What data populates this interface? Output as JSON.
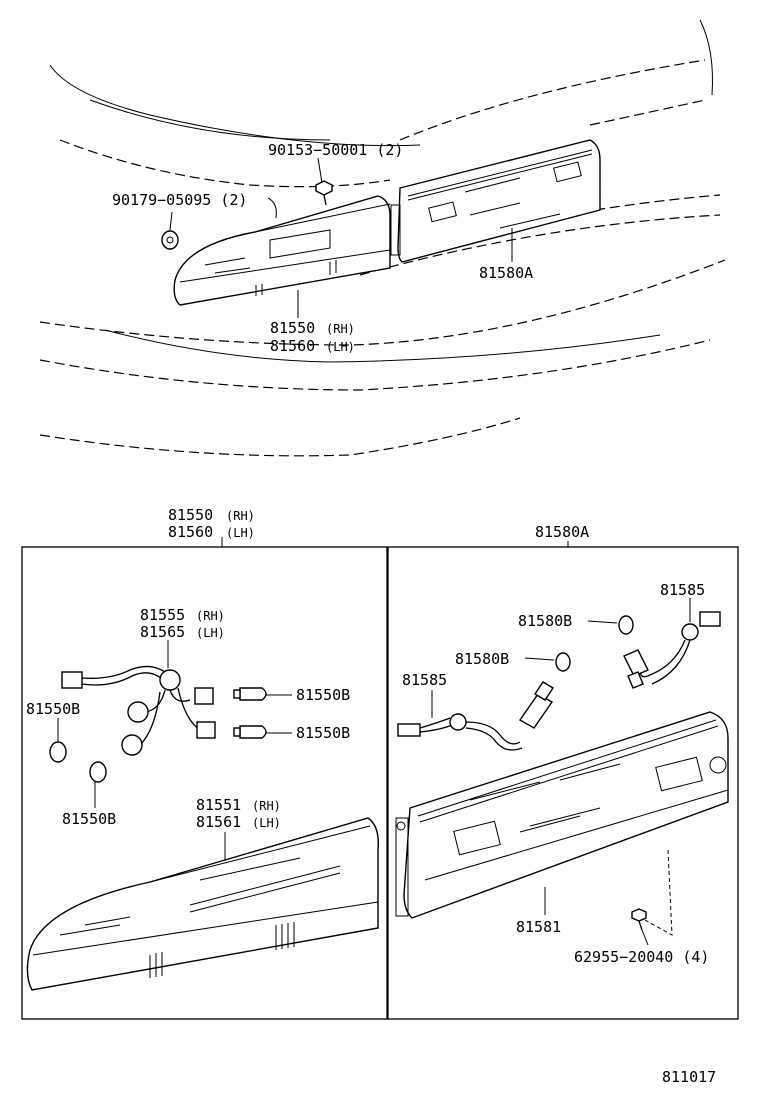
{
  "top": {
    "screw_label": "90153−50001 (2)",
    "nut_label": "90179−05095 (2)",
    "garnish_label": "81580A",
    "lamp_rh": "81550",
    "lamp_rh_side": "(RH)",
    "lamp_lh": "81560",
    "lamp_lh_side": "(LH)"
  },
  "left_box": {
    "header_rh": "81550",
    "header_rh_side": "(RH)",
    "header_lh": "81560",
    "header_lh_side": "(LH)",
    "socket_rh": "81555",
    "socket_rh_side": "(RH)",
    "socket_lh": "81565",
    "socket_lh_side": "(LH)",
    "bulb_a": "81550B",
    "bulb_b": "81550B",
    "bulb_c": "81550B",
    "bulb_d": "81550B",
    "lens_rh": "81551",
    "lens_rh_side": "(RH)",
    "lens_lh": "81561",
    "lens_lh_side": "(LH)"
  },
  "right_box": {
    "header": "81580A",
    "socket_right": "81585",
    "bulb_top": "81580B",
    "bulb_mid": "81580B",
    "socket_left": "81585",
    "lens": "81581",
    "screw": "62955−20040 (4)"
  },
  "footer": {
    "diagram_no": "811017"
  }
}
